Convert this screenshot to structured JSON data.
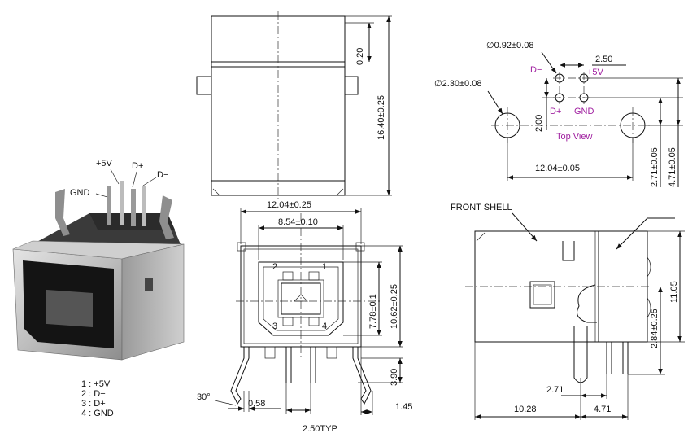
{
  "photo": {
    "pin_labels": {
      "vcc": "+5V",
      "dplus": "D+",
      "dminus": "D−",
      "gnd": "GND"
    },
    "legend": [
      "1 : +5V",
      "2 : D−",
      "3 : D+",
      "4 : GND"
    ]
  },
  "top_view_body": {
    "dim_top": "0.20",
    "dim_height": "16.40±0.25"
  },
  "front_view": {
    "dim_width": "12.04±0.25",
    "dim_inner": "8.54±0.10",
    "dim_h1": "7.78±0.1",
    "dim_h2": "10.62±0.25",
    "dim_pin": "3.90",
    "dim_thk": "0.58",
    "dim_side": "1.45",
    "angle": "30°",
    "pitch": "2.50TYP",
    "pin_nums": [
      "1",
      "2",
      "3",
      "4"
    ]
  },
  "footprint": {
    "hole_small": "∅0.92±0.08",
    "hole_large": "∅2.30±0.08",
    "pitch": "2.50",
    "row": "2.00",
    "span": "12.04±0.05",
    "dim_r1": "2.71±0.05",
    "dim_r2": "4.71±0.05",
    "pins": {
      "dminus": "D−",
      "vcc": "+5V",
      "dplus": "D+",
      "gnd": "GND"
    },
    "caption": "Top View"
  },
  "side_view": {
    "label": "FRONT SHELL",
    "dim_height": "11.05",
    "dim_mid": "2.84±0.25",
    "dim_a": "2.71",
    "dim_b": "10.28",
    "dim_c": "4.71"
  },
  "colors": {
    "annotation": "#a020a0",
    "line": "#111111"
  }
}
